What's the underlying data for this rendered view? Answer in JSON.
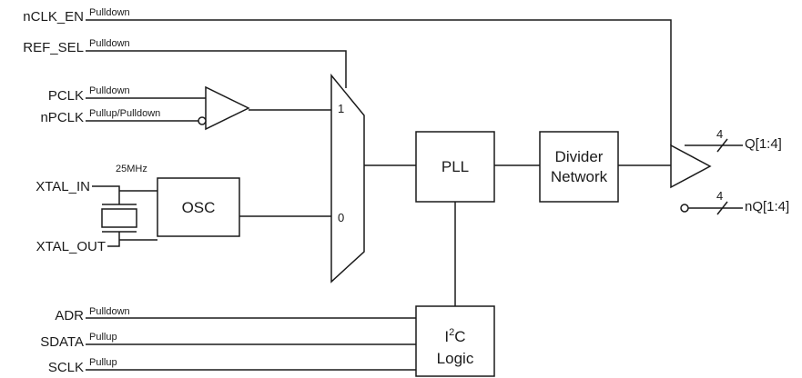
{
  "inputs": {
    "nclk_en": {
      "name": "nCLK_EN",
      "pull": "Pulldown"
    },
    "ref_sel": {
      "name": "REF_SEL",
      "pull": "Pulldown"
    },
    "pclk": {
      "name": "PCLK",
      "pull": "Pulldown"
    },
    "npclk": {
      "name": "nPCLK",
      "pull": "Pullup/Pulldown"
    },
    "xtal_in": {
      "name": "XTAL_IN"
    },
    "xtal_out": {
      "name": "XTAL_OUT"
    },
    "adr": {
      "name": "ADR",
      "pull": "Pulldown"
    },
    "sdata": {
      "name": "SDATA",
      "pull": "Pullup"
    },
    "sclk": {
      "name": "SCLK",
      "pull": "Pullup"
    }
  },
  "crystal": {
    "freq": "25MHz"
  },
  "blocks": {
    "osc": "OSC",
    "pll": "PLL",
    "divider_line1": "Divider",
    "divider_line2": "Network",
    "i2c_base": "I",
    "i2c_sup": "2",
    "i2c_suffix": "C",
    "i2c_line2": "Logic"
  },
  "mux": {
    "in1": "1",
    "in0": "0"
  },
  "outputs": {
    "q": {
      "name": "Q[1:4]",
      "width": "4"
    },
    "nq": {
      "name": "nQ[1:4]",
      "width": "4"
    }
  }
}
